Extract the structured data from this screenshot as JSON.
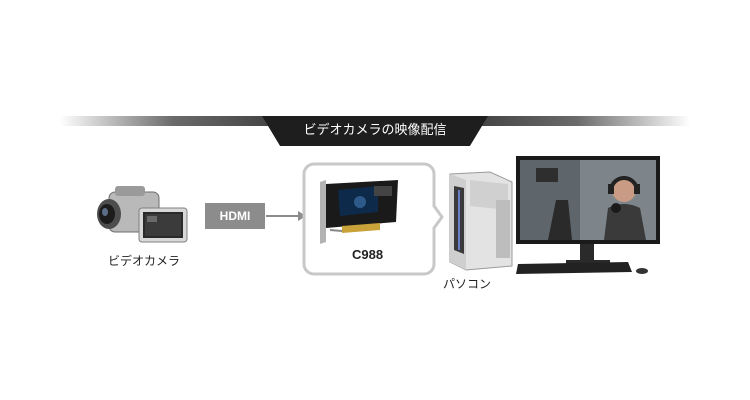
{
  "banner": {
    "title": "ビデオカメラの映像配信"
  },
  "camera": {
    "label": "ビデオカメラ",
    "icon": "video-camera-icon"
  },
  "connection": {
    "label": "HDMI",
    "arrow_icon": "arrow-right-icon"
  },
  "capture_card": {
    "label": "C988",
    "icon": "capture-card-icon"
  },
  "pc": {
    "label": "パソコン",
    "icon": "pc-tower-icon"
  },
  "monitor": {
    "icon": "monitor-streamer-icon"
  },
  "colors": {
    "banner": "#1e1e1e",
    "hdmi_box": "#8c8c8c",
    "callout_border": "#c8c8c8"
  }
}
